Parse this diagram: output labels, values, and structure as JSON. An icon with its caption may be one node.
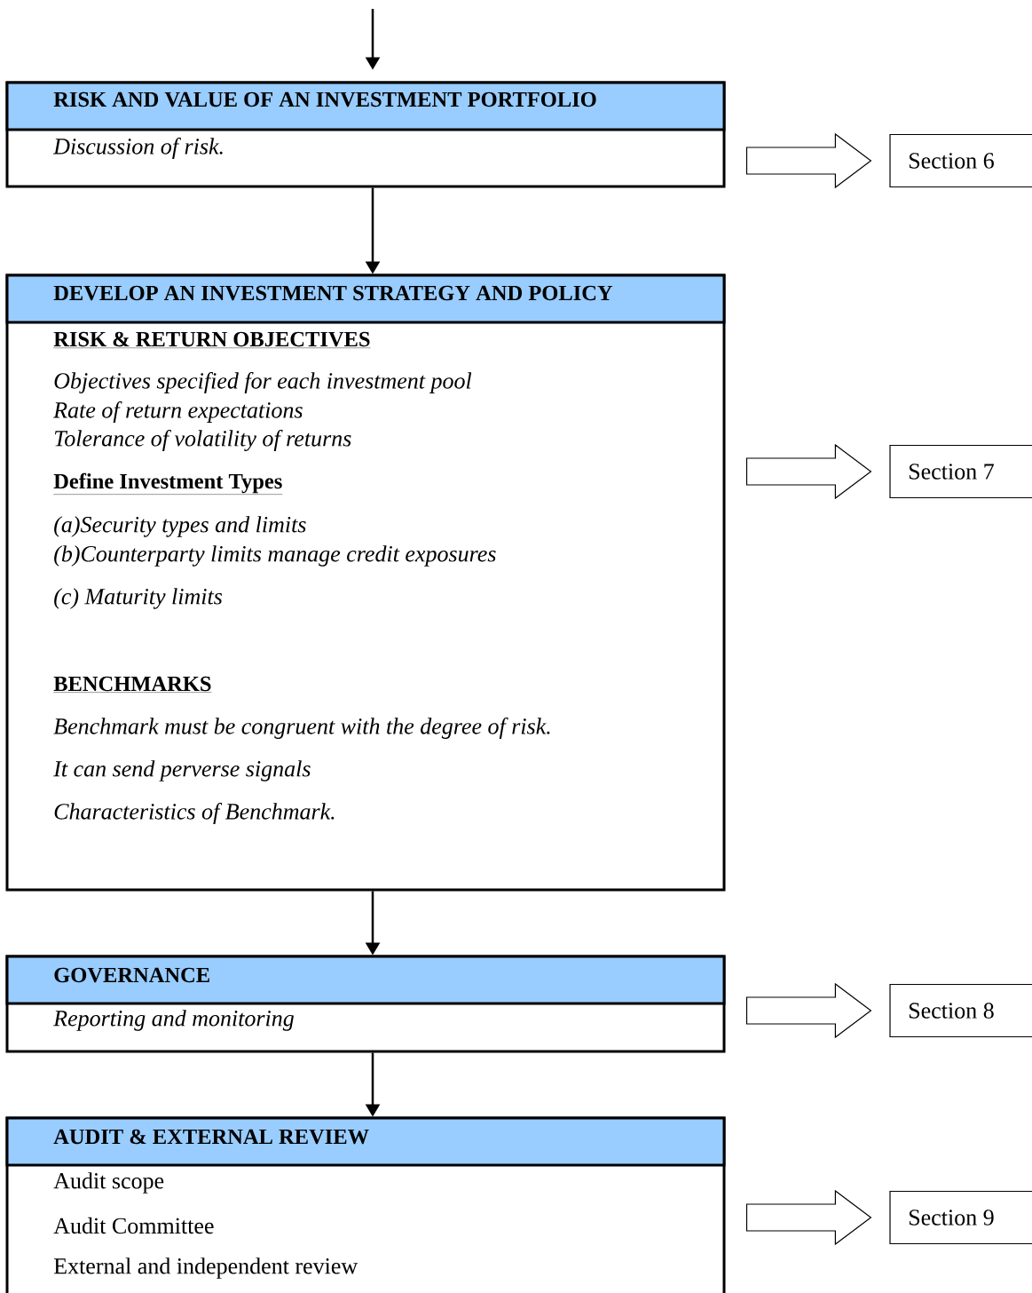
{
  "diagram": {
    "nodes": [
      {
        "text": [
          "RISK AND VALUE OF AN INVESTMENT PORTFOLIO",
          "Discussion of risk."
        ]
      },
      {
        "text": [
          "Section 6"
        ]
      },
      {
        "text": [
          "DEVELOP AN INVESTMENT STRATEGY AND POLICY",
          "RISK & RETURN OBJECTIVES",
          "Objectives specified for each investment pool",
          "Rate of return expectations",
          "Tolerance of volatility of returns",
          "Define Investment Types",
          "(a)Security types and limits",
          "(b)Counterparty limits manage credit exposures",
          "(c) Maturity limits",
          "BENCHMARKS",
          "Benchmark must be congruent with the degree of risk.",
          "It can send perverse signals",
          "Characteristics of Benchmark."
        ]
      },
      {
        "text": [
          "Section 7"
        ]
      },
      {
        "text": [
          "GOVERNANCE",
          "Reporting and monitoring"
        ]
      },
      {
        "text": [
          "Section 8"
        ]
      },
      {
        "text": [
          "AUDIT & EXTERNAL REVIEW",
          "Audit scope",
          "Audit Committee",
          "External and independent review"
        ]
      },
      {
        "text": [
          "Section 9"
        ]
      }
    ],
    "edges": [
      {
        "from": null,
        "to": 0,
        "arrow": "to"
      },
      {
        "from": 0,
        "to": 1,
        "arrow": "to",
        "style": "thick"
      },
      {
        "from": 0,
        "to": 2,
        "arrow": "to"
      },
      {
        "from": 2,
        "to": 3,
        "arrow": "to",
        "style": "thick"
      },
      {
        "from": 2,
        "to": 4,
        "arrow": "to"
      },
      {
        "from": 4,
        "to": 5,
        "arrow": "to",
        "style": "thick"
      },
      {
        "from": 4,
        "to": 6,
        "arrow": "to"
      },
      {
        "from": 6,
        "to": 7,
        "arrow": "to",
        "style": "thick"
      }
    ]
  }
}
